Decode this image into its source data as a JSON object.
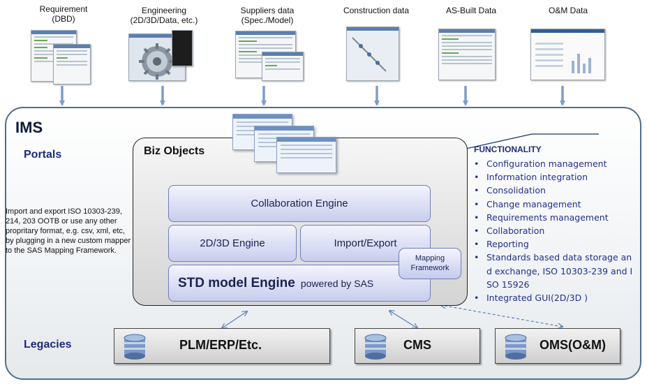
{
  "sources": [
    {
      "line1": "Requirement",
      "line2": "(DBD)"
    },
    {
      "line1": "Engineering",
      "line2": "(2D/3D/Data,  etc.)"
    },
    {
      "line1": "Suppliers data",
      "line2": "(Spec./Model)"
    },
    {
      "line1": "Construction data",
      "line2": ""
    },
    {
      "line1": "AS-Built Data",
      "line2": ""
    },
    {
      "line1": "O&M Data",
      "line2": ""
    }
  ],
  "ims": {
    "title": "IMS",
    "portals_label": "Portals",
    "legacies_label": "Legacies",
    "note": "Import and export ISO 10303-239, 214, 203 OOTB or use any other propritary format, e.g. csv, xml, etc,  by plugging in a new custom mapper to the SAS Mapping Framework."
  },
  "biz": {
    "title": "Biz Objects",
    "collab": "Collaboration Engine",
    "engine2d3d": "2D/3D Engine",
    "import_export": "Import/Export",
    "mapping_line1": "Mapping",
    "mapping_line2": "Framework",
    "std_main": "STD model Engine",
    "std_sub": "powered by SAS"
  },
  "functionality": {
    "title": "FUNCTIONALITY",
    "items": [
      "Configuration management",
      "Information  integration",
      "Consolidation",
      "Change management",
      "Requirements  management",
      "Collaboration",
      "Reporting",
      "Standards based data storage an",
      "d exchange, ISO 10303-239 and I",
      "SO 15926",
      "Integrated GUI(2D/3D )"
    ]
  },
  "legacies": [
    {
      "label": "PLM/ERP/Etc."
    },
    {
      "label": "CMS"
    },
    {
      "label": "OMS(O&M)"
    }
  ],
  "colors": {
    "border": "#4e6d8e",
    "heading_blue": "#1f2a7a",
    "arrow": "#7f9cc8"
  }
}
